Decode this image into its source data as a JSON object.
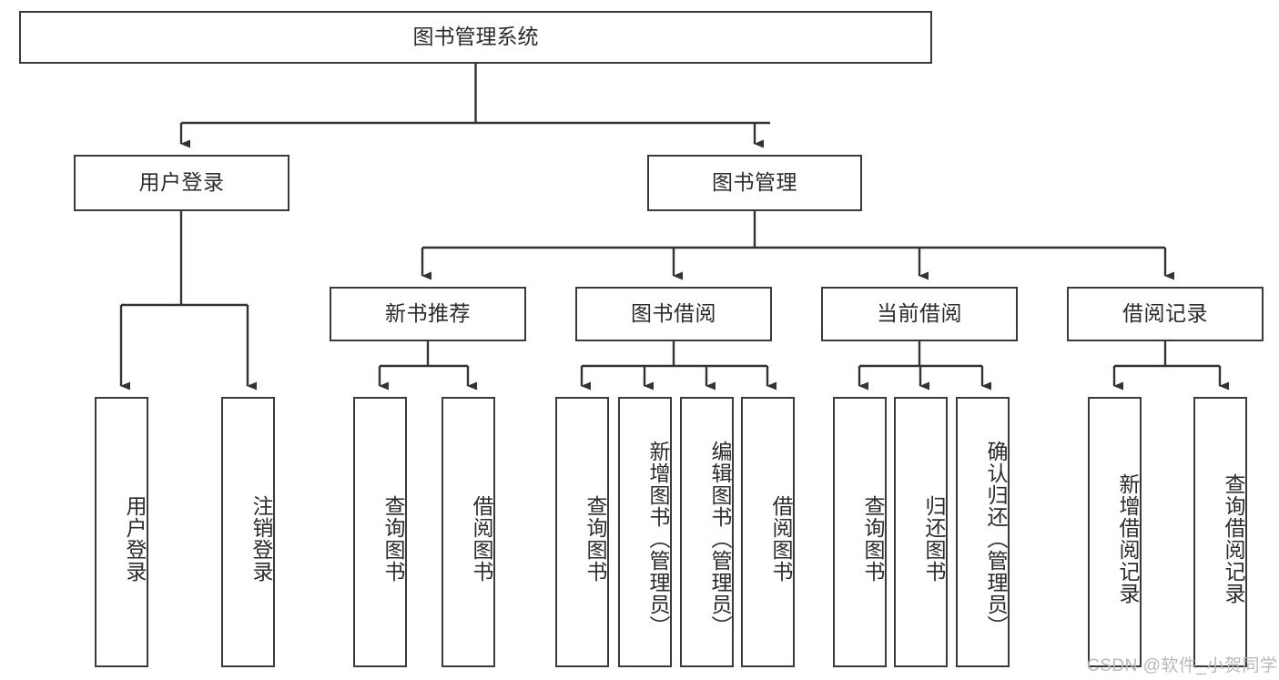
{
  "diagram": {
    "type": "hierarchy-tree",
    "title": "图书管理系统",
    "watermark": "CSDN @软件_小贺同学",
    "colors": {
      "box_border": "#3a3a3a",
      "box_fill": "#ffffff",
      "connector": "#333333",
      "text": "#2b2b2b",
      "watermark": "#b9b9b9"
    },
    "nodes": {
      "root": {
        "label": "图书管理系统"
      },
      "level2": [
        {
          "label": "用户登录"
        },
        {
          "label": "图书管理"
        }
      ],
      "level3": [
        {
          "label": "新书推荐"
        },
        {
          "label": "图书借阅"
        },
        {
          "label": "当前借阅"
        },
        {
          "label": "借阅记录"
        }
      ],
      "leaves": {
        "user_login": [
          {
            "label": "用户登录"
          },
          {
            "label": "注销登录"
          }
        ],
        "new_book": [
          {
            "label": "查询图书"
          },
          {
            "label": "借阅图书"
          }
        ],
        "book_borrow": [
          {
            "label": "查询图书"
          },
          {
            "label": "新增图书（管理员）"
          },
          {
            "label": "编辑图书（管理员）"
          },
          {
            "label": "借阅图书"
          }
        ],
        "current_borrow": [
          {
            "label": "查询图书"
          },
          {
            "label": "归还图书"
          },
          {
            "label": "确认归还（管理员）"
          }
        ],
        "borrow_record": [
          {
            "label": "新增借阅记录"
          },
          {
            "label": "查询借阅记录"
          }
        ]
      }
    }
  }
}
